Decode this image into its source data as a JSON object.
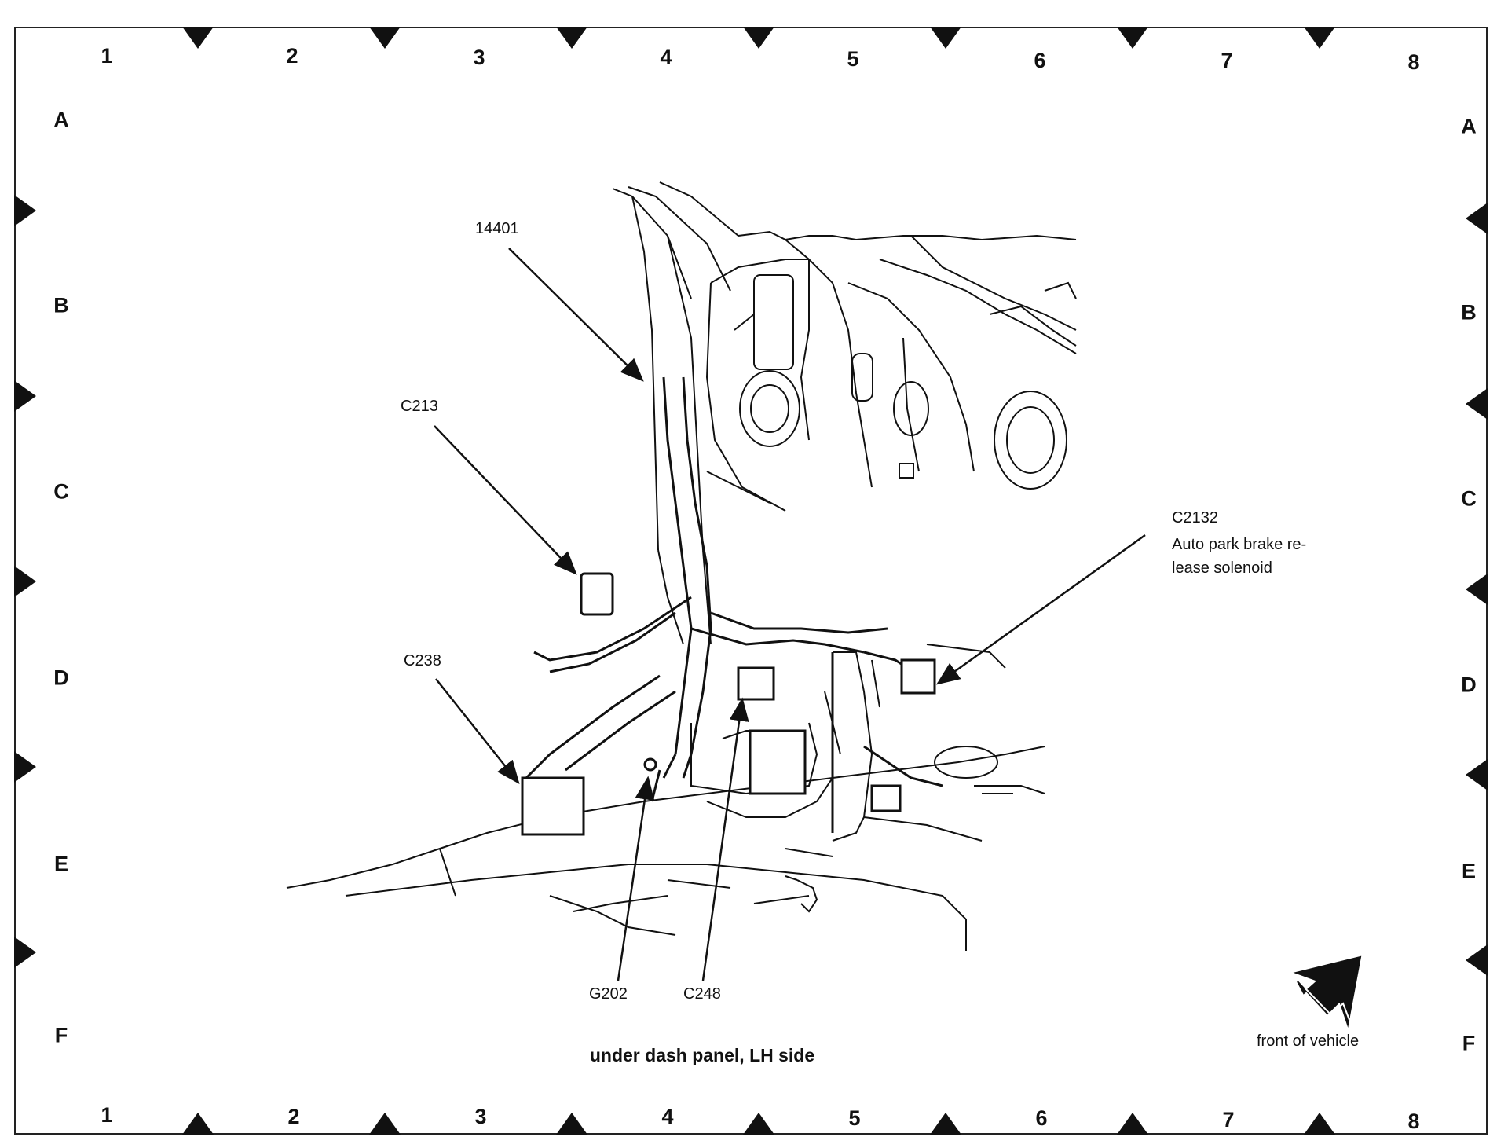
{
  "diagram": {
    "columns": [
      "1",
      "2",
      "3",
      "4",
      "5",
      "6",
      "7",
      "8"
    ],
    "rows": [
      "A",
      "B",
      "C",
      "D",
      "E",
      "F"
    ],
    "callouts": {
      "harness": "14401",
      "c213": "C213",
      "c2132": "C2132",
      "c2132_desc_line1": "Auto park brake re-",
      "c2132_desc_line2": "lease solenoid",
      "c238": "C238",
      "g202": "G202",
      "c248": "C248"
    },
    "caption": "under dash panel, LH side",
    "orientation_label": "front of vehicle",
    "orientation_icon": "arrow-up-right-icon"
  }
}
